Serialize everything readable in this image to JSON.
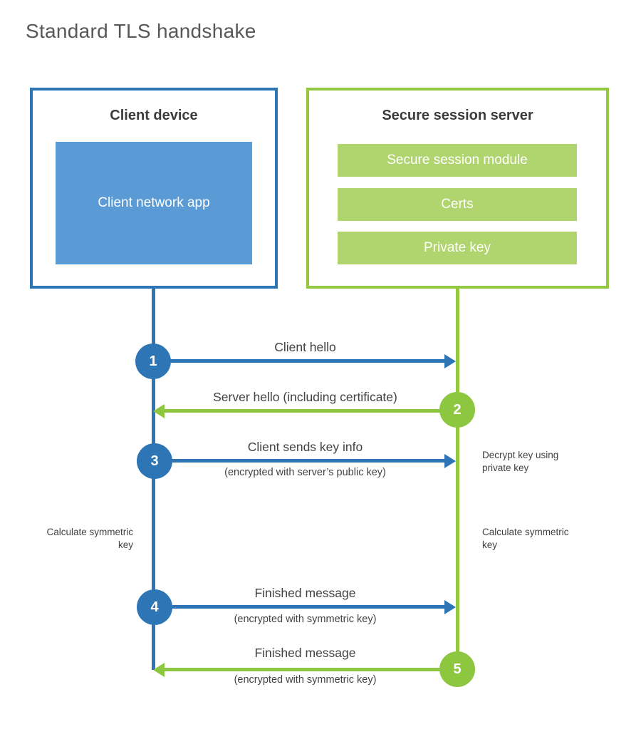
{
  "title": "Standard TLS handshake",
  "colors": {
    "client_blue": "#2e75b6",
    "client_fill_blue": "#5b9bd5",
    "server_green": "#8dc63f",
    "server_fill_green": "#b0d56e",
    "text_dark": "#424242",
    "title_gray": "#57585a"
  },
  "client_box": {
    "title": "Client device",
    "inner_label": "Client network app"
  },
  "server_box": {
    "title": "Secure session server",
    "modules": [
      "Secure session module",
      "Certs",
      "Private key"
    ]
  },
  "steps": [
    {
      "number": "1",
      "direction": "right",
      "from": "client",
      "label": "Client hello",
      "sublabel": ""
    },
    {
      "number": "2",
      "direction": "left",
      "from": "server",
      "label": "Server hello (including certificate)",
      "sublabel": ""
    },
    {
      "number": "3",
      "direction": "right",
      "from": "client",
      "label": "Client sends key info",
      "sublabel": "(encrypted with server’s public key)"
    },
    {
      "number": "4",
      "direction": "right",
      "from": "client",
      "label": "Finished message",
      "sublabel": "(encrypted with symmetric key)"
    },
    {
      "number": "5",
      "direction": "left",
      "from": "server",
      "label": "Finished message",
      "sublabel": "(encrypted with symmetric key)"
    }
  ],
  "side_notes": {
    "decrypt": "Decrypt key using private key",
    "calculate_left": "Calculate symmetric key",
    "calculate_right": "Calculate symmetric key"
  }
}
